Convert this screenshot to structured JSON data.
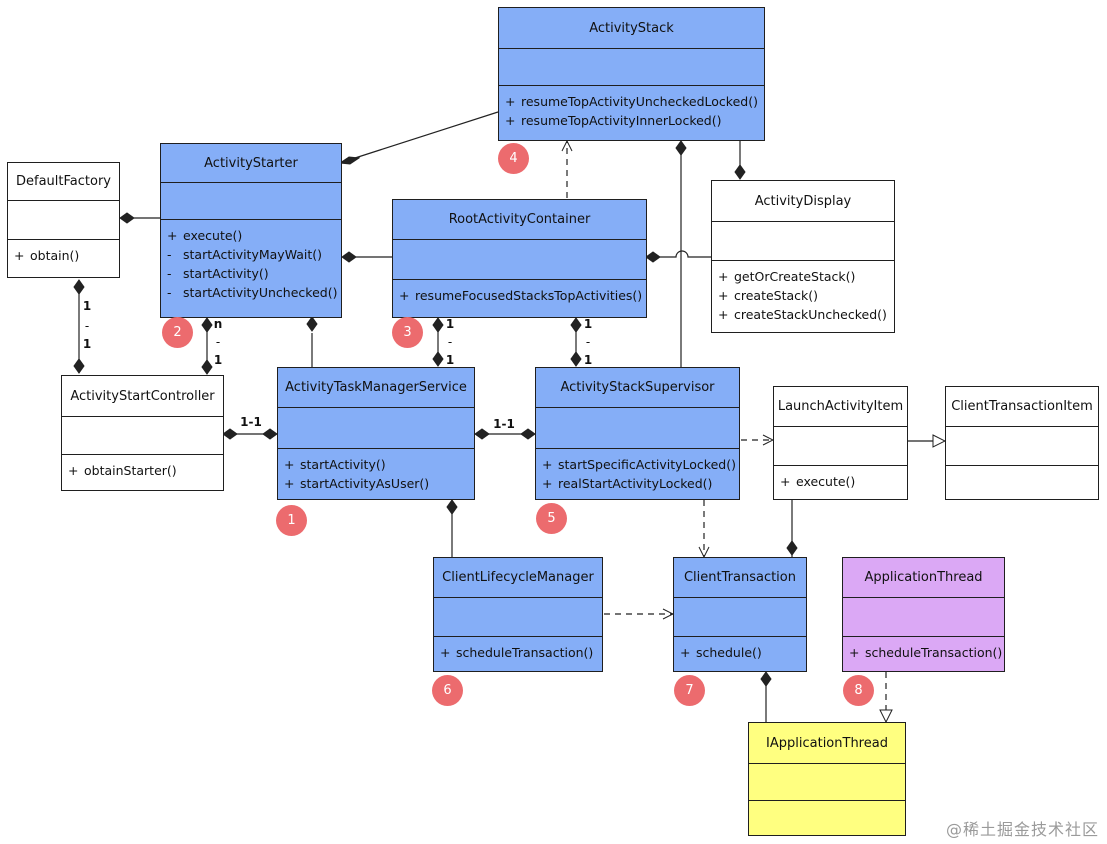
{
  "classes": {
    "activityStack": {
      "name": "ActivityStack",
      "ops": [
        {
          "vis": "+",
          "name": "resumeTopActivityUncheckedLocked()"
        },
        {
          "vis": "+",
          "name": "resumeTopActivityInnerLocked()"
        }
      ]
    },
    "activityStarter": {
      "name": "ActivityStarter",
      "ops": [
        {
          "vis": "+",
          "name": "execute()"
        },
        {
          "vis": "-",
          "name": "startActivityMayWait()"
        },
        {
          "vis": "-",
          "name": "startActivity()"
        },
        {
          "vis": "-",
          "name": "startActivityUnchecked()"
        }
      ]
    },
    "defaultFactory": {
      "name": "DefaultFactory",
      "ops": [
        {
          "vis": "+",
          "name": "obtain()"
        }
      ]
    },
    "rootActivityContainer": {
      "name": "RootActivityContainer",
      "ops": [
        {
          "vis": "+",
          "name": "resumeFocusedStacksTopActivities()"
        }
      ]
    },
    "activityDisplay": {
      "name": "ActivityDisplay",
      "ops": [
        {
          "vis": "+",
          "name": "getOrCreateStack()"
        },
        {
          "vis": "+",
          "name": "createStack()"
        },
        {
          "vis": "+",
          "name": "createStackUnchecked()"
        }
      ]
    },
    "activityStartController": {
      "name": "ActivityStartController",
      "ops": [
        {
          "vis": "+",
          "name": "obtainStarter()"
        }
      ]
    },
    "activityTaskManagerService": {
      "name": "ActivityTaskManagerService",
      "ops": [
        {
          "vis": "+",
          "name": "startActivity()"
        },
        {
          "vis": "+",
          "name": "startActivityAsUser()"
        }
      ]
    },
    "activityStackSupervisor": {
      "name": "ActivityStackSupervisor",
      "ops": [
        {
          "vis": "+",
          "name": "startSpecificActivityLocked()"
        },
        {
          "vis": "+",
          "name": "realStartActivityLocked()"
        }
      ]
    },
    "launchActivityItem": {
      "name": "LaunchActivityItem",
      "ops": [
        {
          "vis": "+",
          "name": "execute()"
        }
      ]
    },
    "clientTransactionItem": {
      "name": "ClientTransactionItem",
      "ops": []
    },
    "clientLifecycleManager": {
      "name": "ClientLifecycleManager",
      "ops": [
        {
          "vis": "+",
          "name": "scheduleTransaction()"
        }
      ]
    },
    "clientTransaction": {
      "name": "ClientTransaction",
      "ops": [
        {
          "vis": "+",
          "name": "schedule()"
        }
      ]
    },
    "applicationThread": {
      "name": "ApplicationThread",
      "ops": [
        {
          "vis": "+",
          "name": "scheduleTransaction()"
        }
      ]
    },
    "iApplicationThread": {
      "name": "IApplicationThread",
      "ops": []
    }
  },
  "badges": [
    "1",
    "2",
    "3",
    "4",
    "5",
    "6",
    "7",
    "8"
  ],
  "multiplicities": {
    "factoryController": [
      "1",
      "-",
      "1"
    ],
    "starterController": [
      "n",
      "-",
      "1"
    ],
    "rootService": [
      "1",
      "-",
      "1"
    ],
    "rootSupervisor": [
      "1",
      "-",
      "1"
    ],
    "controllerService": "1-1",
    "serviceSupervisor": "1-1"
  },
  "colors": {
    "blue": "#85aef7",
    "purple": "#dba8f5",
    "yellow": "#ffff80",
    "badge": "#ec6b6e"
  },
  "watermark": "@稀土掘金技术社区"
}
